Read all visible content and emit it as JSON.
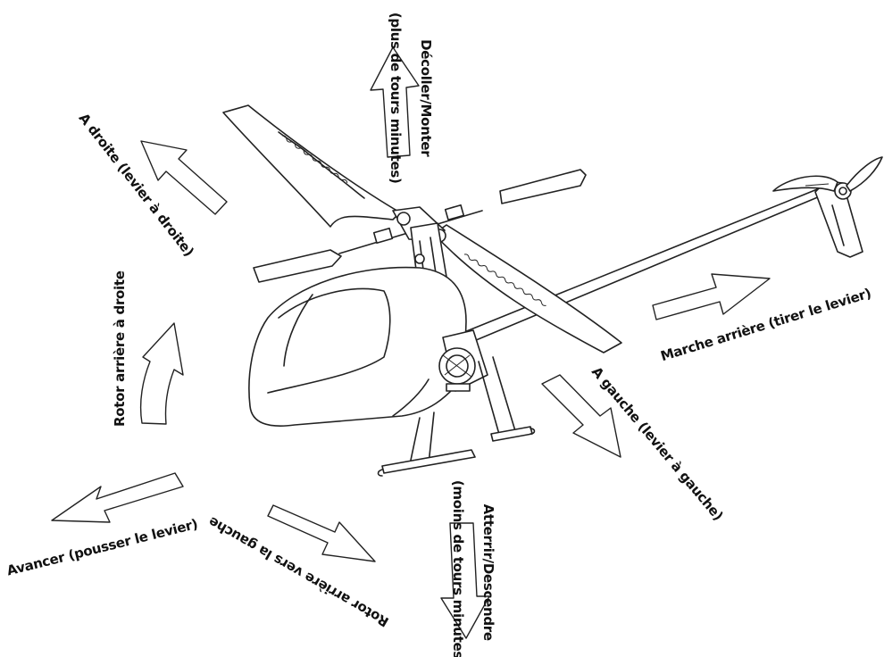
{
  "labels": {
    "up": [
      "Décoller/Monter",
      "(plus de tours minutes)"
    ],
    "right_roll": "A droite (levier à droite)",
    "tail_right": "Rotor arrière à droite",
    "forward": "Avancer (pousser le levier)",
    "tail_left": "Rotor arrière vers la gauche",
    "down": [
      "Atterrir/Descendre",
      "(moins de tours minutes)"
    ],
    "left_roll": "A gauche (levier à gauche)",
    "backward": "Marche arrière (tirer le levier)"
  },
  "colors": {
    "line": "#222222",
    "background": "#ffffff",
    "text": "#111111"
  }
}
